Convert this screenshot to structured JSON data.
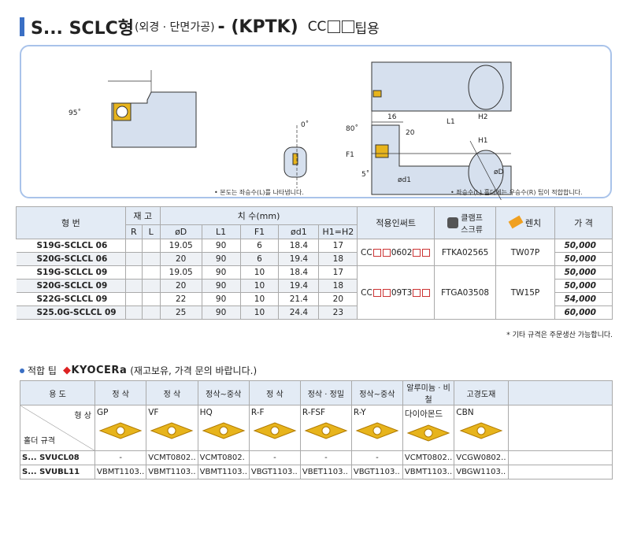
{
  "title": {
    "main": "S... SCLC형",
    "sub": "(외경 · 단면가공)",
    "dash": "- (KPTK)",
    "tip": "CC",
    "tip_suffix": "팁용"
  },
  "drawing": {
    "angles": {
      "a95": "95˚",
      "a0": "0˚",
      "a80": "80˚",
      "a5": "5˚"
    },
    "dims": {
      "d16": "16",
      "h2": "H2",
      "l1": "L1",
      "d20": "20",
      "h1": "H1",
      "f1": "F1",
      "dd1": "ød1",
      "dD": "øD"
    },
    "note_left": "• 본도는 좌승수(L)를 나타냅니다.",
    "note_right": "• 좌승수(L) 홀더에는 우승수(R) 팁이 적합합니다."
  },
  "main_table": {
    "headers": {
      "model": "형   번",
      "stock": "재 고",
      "r": "R",
      "l": "L",
      "dims": "치 수(mm)",
      "od": "øD",
      "l1": "L1",
      "f1": "F1",
      "d1": "ød1",
      "h": "H1=H2",
      "insert": "적용인써트",
      "screw": "클램프\n스크류",
      "wrench": "렌치",
      "price": "가 격"
    },
    "rows": [
      {
        "model": "S19G-SCLCL 06",
        "od": "19.05",
        "l1": "90",
        "f1": "6",
        "d1": "18.4",
        "h": "17",
        "price": "50,000"
      },
      {
        "model": "S20G-SCLCL 06",
        "od": "20",
        "l1": "90",
        "f1": "6",
        "d1": "19.4",
        "h": "18",
        "price": "50,000"
      },
      {
        "model": "S19G-SCLCL 09",
        "od": "19.05",
        "l1": "90",
        "f1": "10",
        "d1": "18.4",
        "h": "17",
        "price": "50,000"
      },
      {
        "model": "S20G-SCLCL 09",
        "od": "20",
        "l1": "90",
        "f1": "10",
        "d1": "19.4",
        "h": "18",
        "price": "50,000"
      },
      {
        "model": "S22G-SCLCL 09",
        "od": "22",
        "l1": "90",
        "f1": "10",
        "d1": "21.4",
        "h": "20",
        "price": "54,000"
      },
      {
        "model": "S25.0G-SCLCL 09",
        "od": "25",
        "l1": "90",
        "f1": "10",
        "d1": "24.4",
        "h": "23",
        "price": "60,000"
      }
    ],
    "groups": [
      {
        "insert_pre": "CC",
        "insert_mid": "0602",
        "screw": "FTKA02565",
        "wrench": "TW07P"
      },
      {
        "insert_pre": "CC",
        "insert_mid": "09T3",
        "screw": "FTGA03508",
        "wrench": "TW15P"
      }
    ],
    "footnote": "* 기타 규격은 주문생산 가능합니다."
  },
  "tips": {
    "title": "적합 팁",
    "brand": "KYOCERa",
    "note": "(재고보유, 가격 문의 바랍니다.)",
    "use_label": "용 도",
    "shape_label": "형 상",
    "holder_label": "홀더 규격",
    "columns": [
      {
        "use": "정 삭",
        "shape": "GP"
      },
      {
        "use": "정 삭",
        "shape": "VF"
      },
      {
        "use": "정삭~중삭",
        "shape": "HQ"
      },
      {
        "use": "정 삭",
        "shape": "R-F"
      },
      {
        "use": "정삭 · 정밀",
        "shape": "R-FSF"
      },
      {
        "use": "정삭~중삭",
        "shape": "R-Y"
      },
      {
        "use": "알루미늄 · 비철",
        "shape": "다이아몬드"
      },
      {
        "use": "고경도재",
        "shape": "CBN"
      }
    ],
    "rows": [
      {
        "holder": "S... SVUCL08",
        "values": [
          "-",
          "VCMT0802..",
          "VCMT0802.",
          "-",
          "-",
          "-",
          "VCMT0802..",
          "VCGW0802.."
        ]
      },
      {
        "holder": "S... SVUBL11",
        "values": [
          "VBMT1103..",
          "VBMT1103..",
          "VBMT1103..",
          "VBGT1103..",
          "VBET1103..",
          "VBGT1103..",
          "VBMT1103..",
          "VBGW1103.."
        ]
      }
    ]
  },
  "colors": {
    "accent": "#3a6fc4",
    "header_bg": "#e3ebf5",
    "insert_gold": "#e7b41c"
  }
}
